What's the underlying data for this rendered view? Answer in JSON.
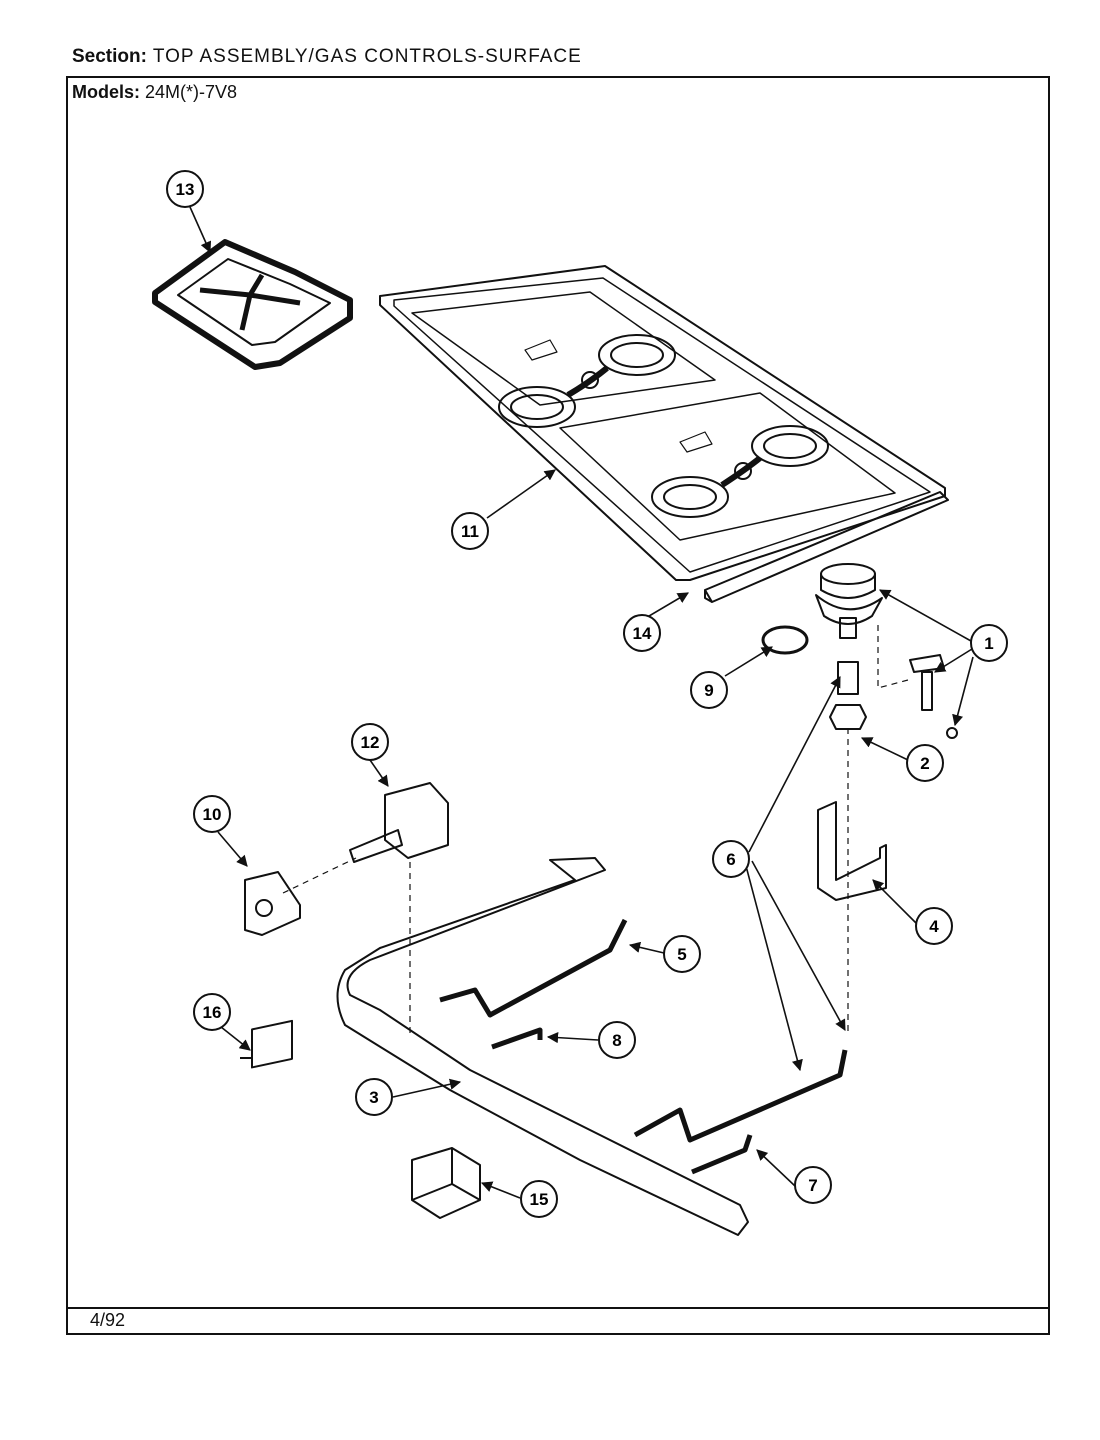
{
  "header": {
    "section_label": "Section:",
    "section_value": "TOP ASSEMBLY/GAS CONTROLS-SURFACE",
    "models_label": "Models:",
    "models_value": "24M(*)-7V8"
  },
  "footer": {
    "date": "4/92"
  },
  "callouts": [
    "1",
    "2",
    "3",
    "4",
    "5",
    "6",
    "7",
    "8",
    "9",
    "10",
    "11",
    "12",
    "13",
    "14",
    "15",
    "16"
  ]
}
